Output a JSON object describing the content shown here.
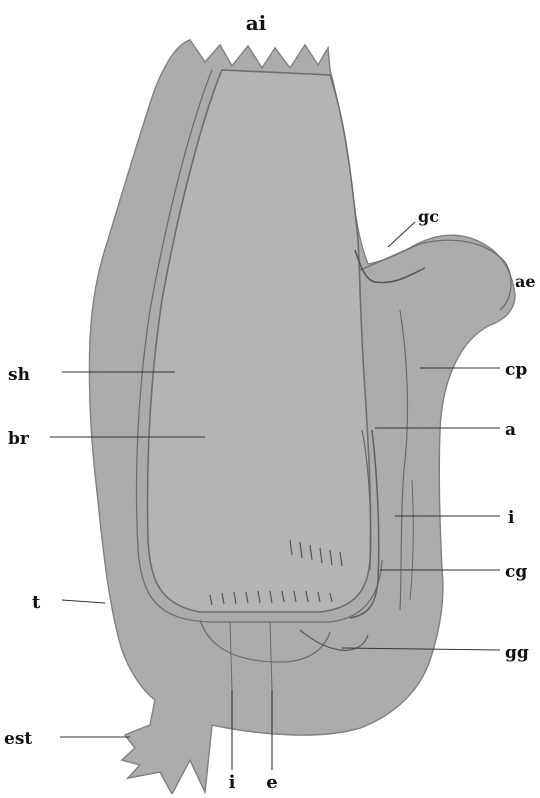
{
  "labels": {
    "ai": "ai",
    "gc": "gc",
    "ae": "ae",
    "sh": "sh",
    "cp": "cp",
    "br": "br",
    "a": "a",
    "i_right": "i",
    "t": "t",
    "cg": "cg",
    "gg": "gg",
    "est": "est",
    "i_bottom": "i",
    "e": "e"
  },
  "colors": {
    "body_fill": "#a9a9a9",
    "inner_fill": "#b3b3b3",
    "outline": "#6f6f6f",
    "ink": "#111111"
  }
}
